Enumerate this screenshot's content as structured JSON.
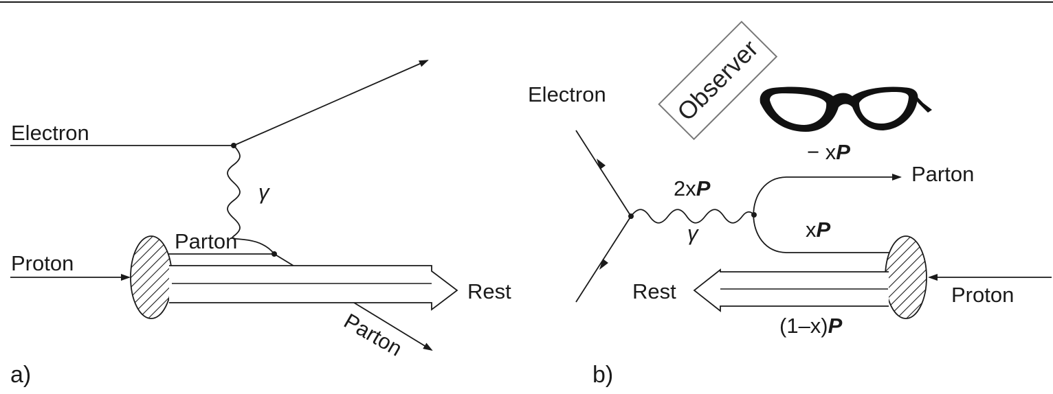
{
  "panel_a": {
    "tag": "a)",
    "electron": "Electron",
    "proton": "Proton",
    "parton_in": "Parton",
    "parton_out": "Parton",
    "gamma": "γ",
    "rest": "Rest"
  },
  "panel_b": {
    "tag": "b)",
    "electron": "Electron",
    "observer": "Observer",
    "minus_xP_prefix": "− x",
    "two_xP_prefix": "2x",
    "xP_prefix": "x",
    "P_symbol": "P",
    "one_minus_x_prefix": "(1–x)",
    "gamma": "γ",
    "parton": "Parton",
    "rest": "Rest",
    "proton": "Proton"
  },
  "icons": {
    "glasses": "eyeglasses-icon",
    "hatch": "hatched-ellipse-icon"
  },
  "colors": {
    "ink": "#1a1a1a",
    "observer_border": "#777777",
    "glasses": "#111111"
  }
}
